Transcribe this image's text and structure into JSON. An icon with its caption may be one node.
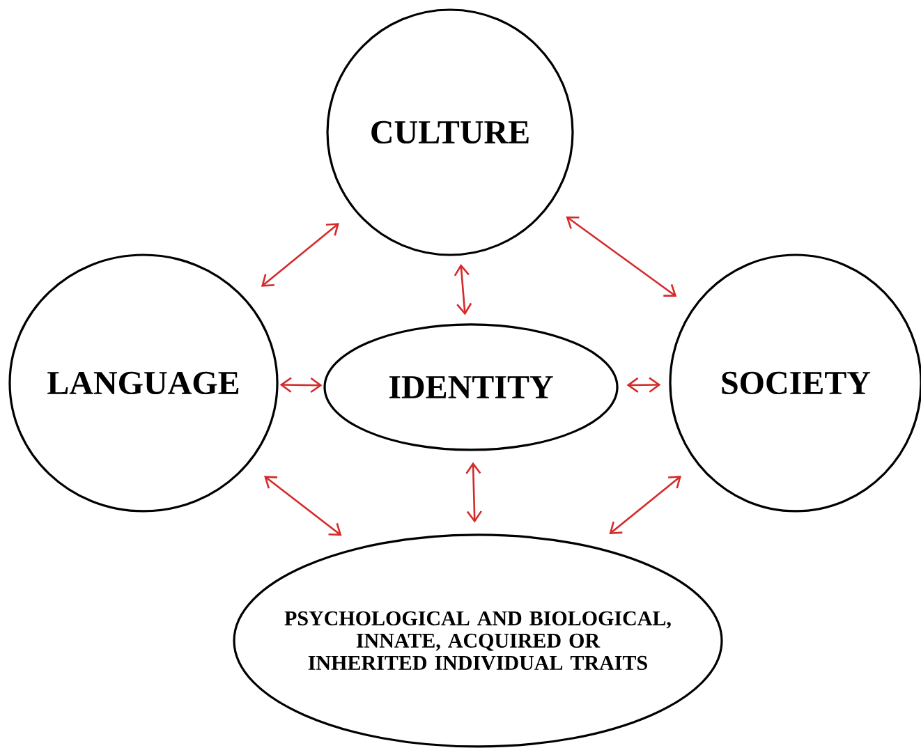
{
  "diagram": {
    "nodes": [
      {
        "text": [
          "CULTURE"
        ]
      },
      {
        "text": [
          "LANGUAGE"
        ]
      },
      {
        "text": [
          "IDENTITY"
        ]
      },
      {
        "text": [
          "SOCIETY"
        ]
      },
      {
        "text": [
          "PSYCHOLOGICAL AND BIOLOGICAL, INNATE, ACQUIRED OR INHERITED INDIVIDUAL TRAITS"
        ]
      }
    ],
    "edges": [
      {
        "from": 1,
        "to": 0,
        "arrow": "both"
      },
      {
        "from": 0,
        "to": 3,
        "arrow": "both"
      },
      {
        "from": 0,
        "to": 2,
        "arrow": "both"
      },
      {
        "from": 1,
        "to": 2,
        "arrow": "both"
      },
      {
        "from": 2,
        "to": 3,
        "arrow": "both"
      },
      {
        "from": 2,
        "to": 4,
        "arrow": "both"
      },
      {
        "from": 1,
        "to": 4,
        "arrow": "both"
      },
      {
        "from": 4,
        "to": 3,
        "arrow": "both"
      }
    ]
  }
}
